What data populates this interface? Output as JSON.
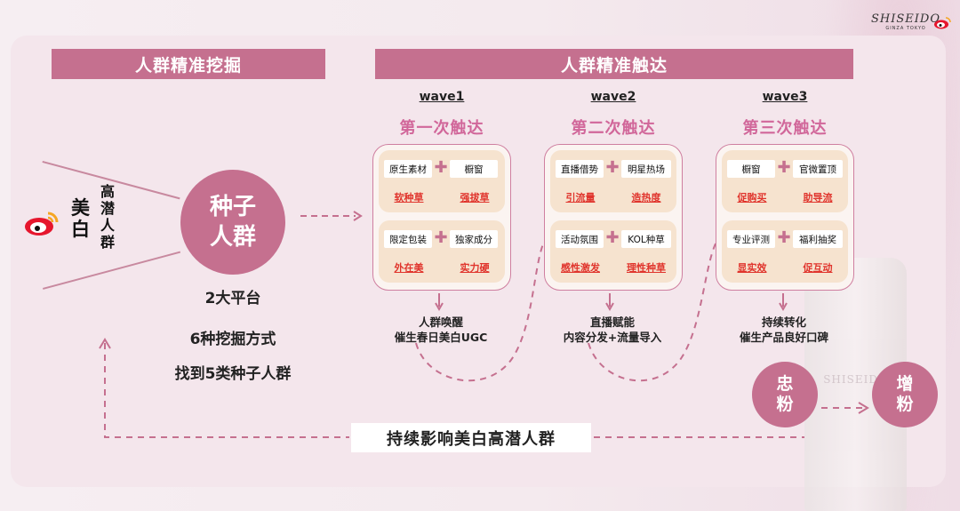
{
  "brand": {
    "name": "SHISEIDO",
    "sub": "GINZA TOKYO",
    "bottle_text": "SHISEIDO"
  },
  "icons": [
    "weibo-logo-icon",
    "plus-icon",
    "dashed-arrow-icon"
  ],
  "colors": {
    "accent": "#c5708f",
    "highlight_pink": "#d1679a",
    "tag_red": "#e0342c",
    "panel": "#f6e3cf"
  },
  "left": {
    "header": "人群精准挖掘",
    "vertical_label_1": "美白",
    "vertical_label_2": "高潜人群",
    "seed": "种子人群",
    "summary": [
      "2大平台",
      "6种挖掘方式",
      "找到5类种子人群"
    ]
  },
  "right": {
    "header": "人群精准触达",
    "waves": [
      {
        "title": "wave1",
        "subtitle": "第一次触达",
        "panels": [
          {
            "left": "原生素材",
            "right": "橱窗",
            "tag_left": "软种草",
            "tag_right": "强拔草"
          },
          {
            "left": "限定包装",
            "right": "独家成分",
            "tag_left": "外在美",
            "tag_right": "实力硬"
          }
        ],
        "result": [
          "人群唤醒",
          "催生春日美白UGC"
        ]
      },
      {
        "title": "wave2",
        "subtitle": "第二次触达",
        "panels": [
          {
            "left": "直播借势",
            "right": "明星热场",
            "tag_left": "引流量",
            "tag_right": "造热度"
          },
          {
            "left": "活动氛围",
            "right": "KOL种草",
            "tag_left": "感性激发",
            "tag_right": "理性种草"
          }
        ],
        "result": [
          "直播赋能",
          "内容分发+流量导入"
        ]
      },
      {
        "title": "wave3",
        "subtitle": "第三次触达",
        "panels": [
          {
            "left": "橱窗",
            "right": "官微置顶",
            "tag_left": "促购买",
            "tag_right": "助导流"
          },
          {
            "left": "专业评测",
            "right": "福利抽奖",
            "tag_left": "显实效",
            "tag_right": "促互动"
          }
        ],
        "result": [
          "持续转化",
          "催生产品良好口碑"
        ]
      }
    ],
    "loyal": "忠粉",
    "increase": "增粉"
  },
  "bottom": {
    "label": "持续影响美白高潜人群"
  }
}
